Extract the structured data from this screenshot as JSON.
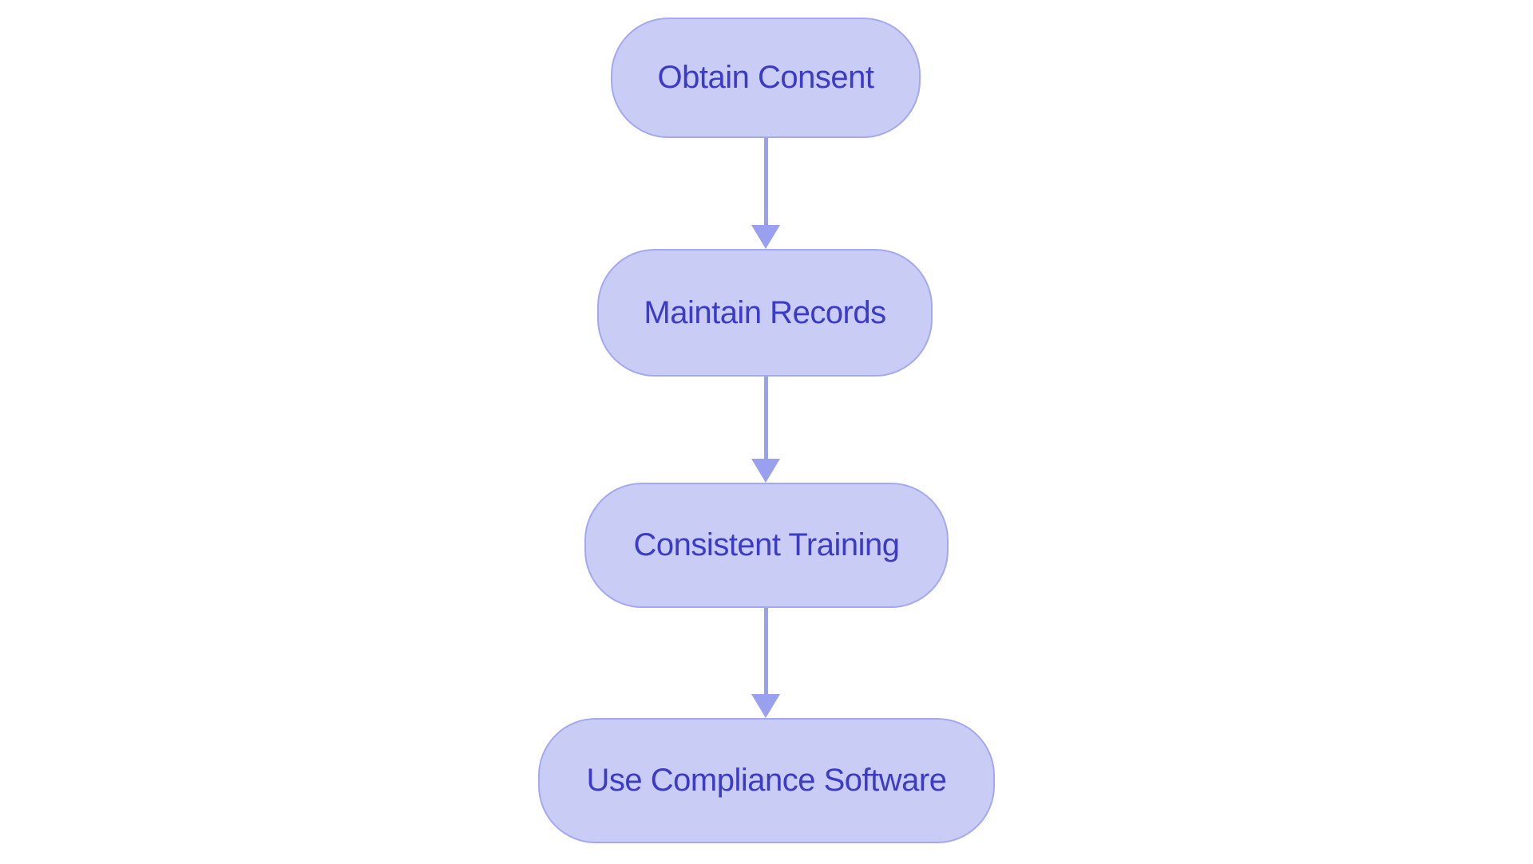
{
  "flowchart": {
    "type": "vertical-flow",
    "background": "#ffffff",
    "colors": {
      "background": "#ffffff",
      "node_fill": "#c9ccf5",
      "node_border": "#a3a8f0",
      "label_color": "#3b3bc8",
      "arrow_color": "#99a0ed"
    },
    "nodes": [
      {
        "id": "obtain-consent",
        "label": "Obtain Consent"
      },
      {
        "id": "maintain-records",
        "label": "Maintain Records"
      },
      {
        "id": "consistent-training",
        "label": "Consistent Training"
      },
      {
        "id": "use-compliance-software",
        "label": "Use Compliance Software"
      }
    ],
    "edges": [
      {
        "from": "obtain-consent",
        "to": "maintain-records",
        "direction": "down"
      },
      {
        "from": "maintain-records",
        "to": "consistent-training",
        "direction": "down"
      },
      {
        "from": "consistent-training",
        "to": "use-compliance-software",
        "direction": "down"
      }
    ]
  }
}
